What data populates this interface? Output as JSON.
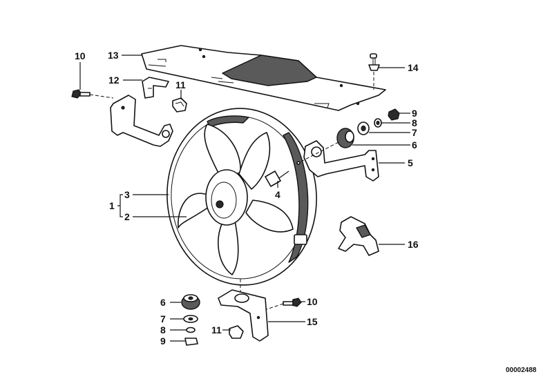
{
  "diagram": {
    "reference_number": "00002488",
    "callouts": [
      {
        "id": "c1",
        "label": "1"
      },
      {
        "id": "c2",
        "label": "2"
      },
      {
        "id": "c3",
        "label": "3"
      },
      {
        "id": "c4",
        "label": "4"
      },
      {
        "id": "c5",
        "label": "5"
      },
      {
        "id": "c6a",
        "label": "6"
      },
      {
        "id": "c6b",
        "label": "6"
      },
      {
        "id": "c7a",
        "label": "7"
      },
      {
        "id": "c7b",
        "label": "7"
      },
      {
        "id": "c8a",
        "label": "8"
      },
      {
        "id": "c8b",
        "label": "8"
      },
      {
        "id": "c9a",
        "label": "9"
      },
      {
        "id": "c9b",
        "label": "9"
      },
      {
        "id": "c10a",
        "label": "10"
      },
      {
        "id": "c10b",
        "label": "10"
      },
      {
        "id": "c11a",
        "label": "11"
      },
      {
        "id": "c11b",
        "label": "11"
      },
      {
        "id": "c12",
        "label": "12"
      },
      {
        "id": "c13",
        "label": "13"
      },
      {
        "id": "c14",
        "label": "14"
      },
      {
        "id": "c15",
        "label": "15"
      },
      {
        "id": "c16",
        "label": "16"
      }
    ]
  }
}
